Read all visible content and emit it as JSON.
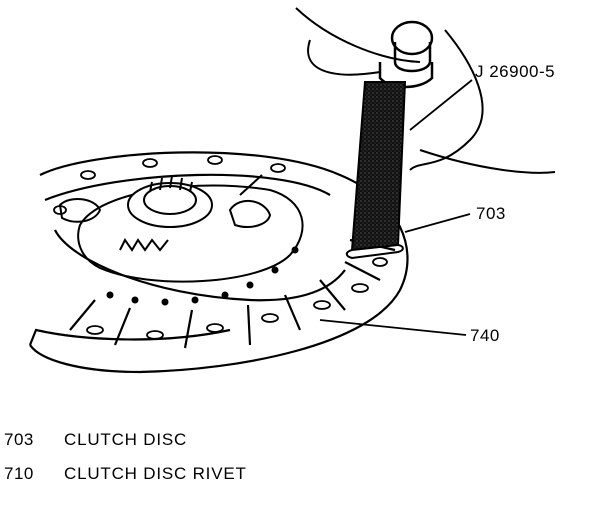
{
  "callouts": {
    "tool": "J 26900-5",
    "disc": "703",
    "rivet": "740"
  },
  "legend": [
    {
      "number": "703",
      "text": "CLUTCH DISC"
    },
    {
      "number": "710",
      "text": "CLUTCH DISC RIVET"
    }
  ],
  "colors": {
    "ink": "#000000",
    "paper": "#ffffff"
  }
}
